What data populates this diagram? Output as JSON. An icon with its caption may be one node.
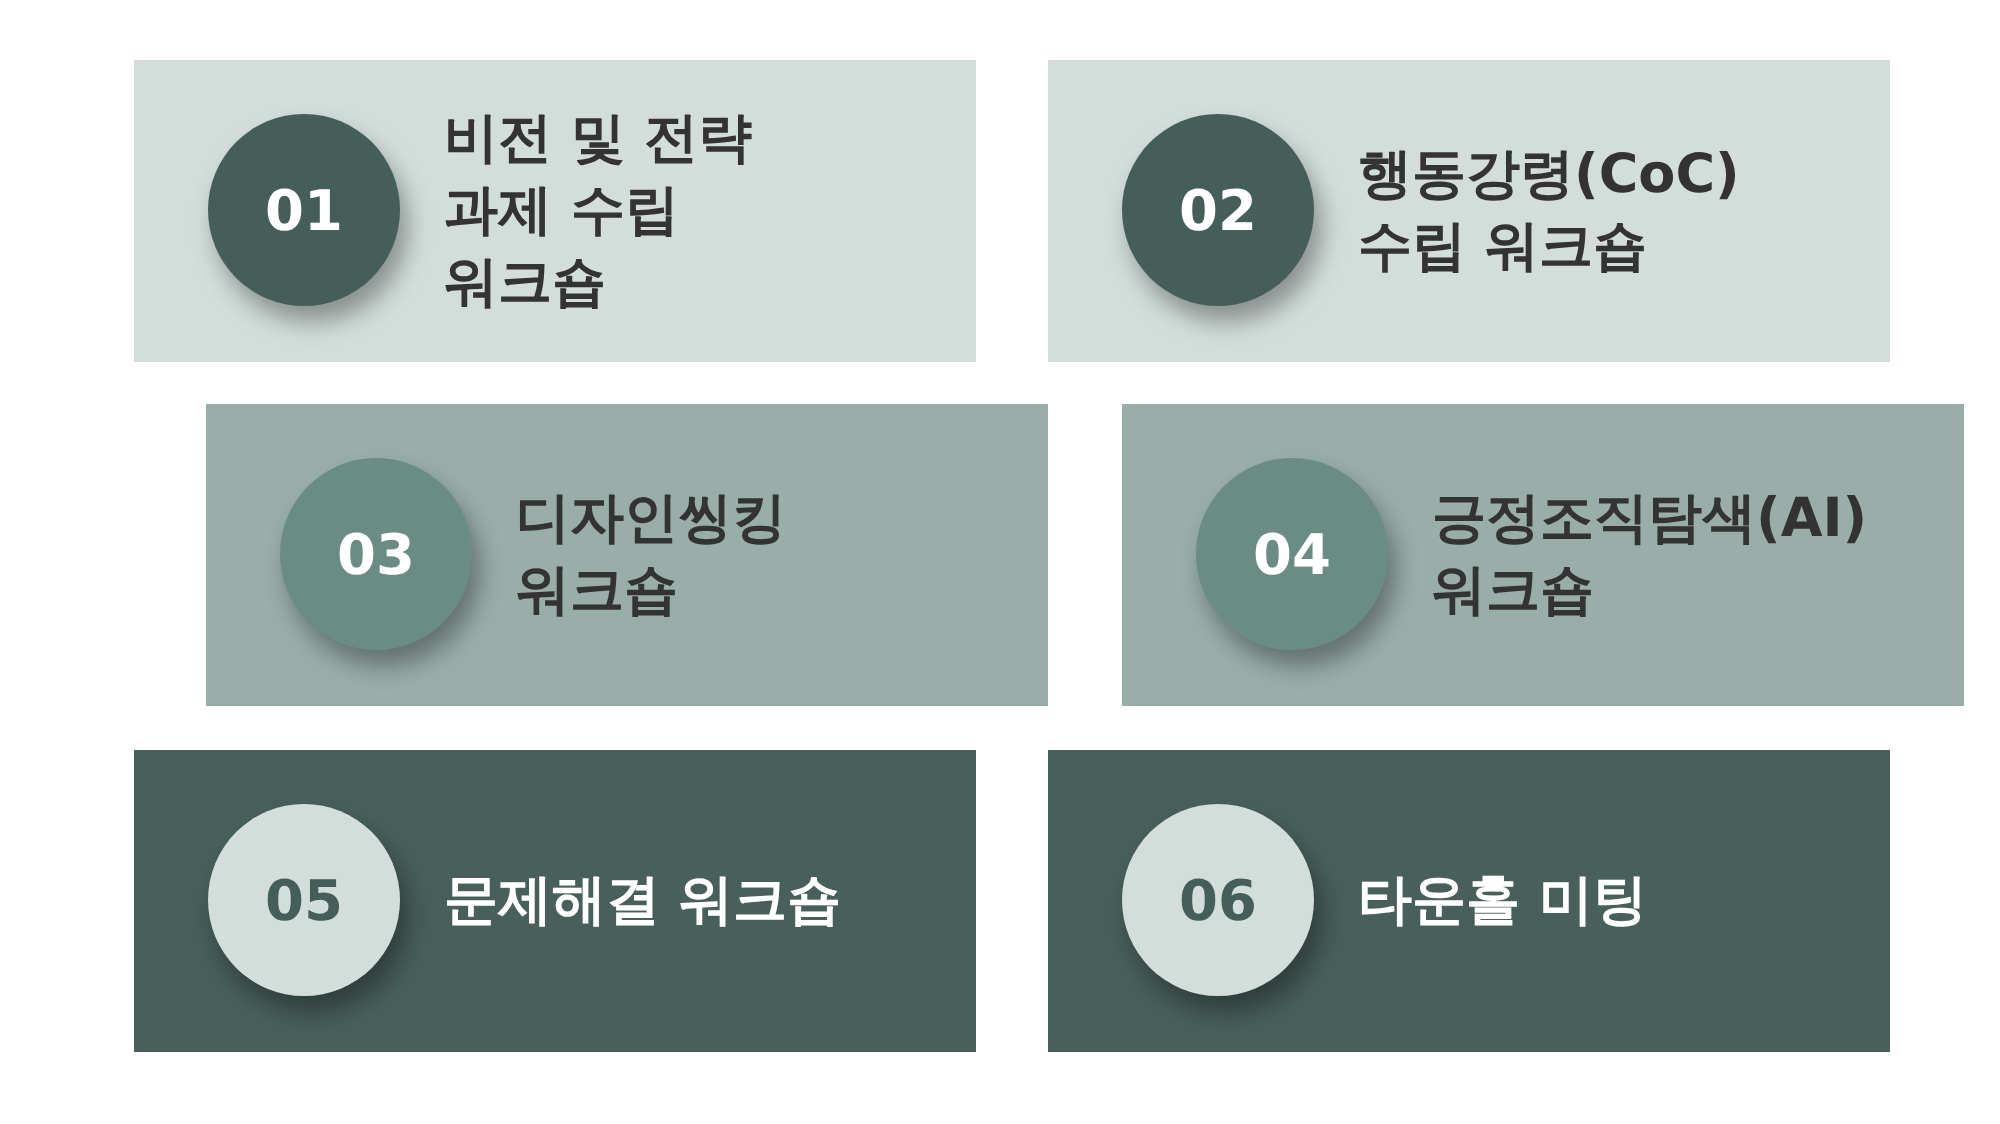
{
  "diagram": {
    "nodes": [
      {
        "text": [
          "비전 및 전략 과제 수립 워크숍"
        ]
      },
      {
        "text": [
          "01"
        ],
        "in": 0
      },
      {
        "text": [
          "행동강령(CoC) 수립 워크숍"
        ]
      },
      {
        "text": [
          "02"
        ],
        "in": 2
      },
      {
        "text": [
          "디자인씽킹 워크숍"
        ]
      },
      {
        "text": [
          "03"
        ],
        "in": 4
      },
      {
        "text": [
          "긍정조직탐색(AI) 워크숍"
        ]
      },
      {
        "text": [
          "04"
        ],
        "in": 6
      },
      {
        "text": [
          "문제해결 워크숍"
        ]
      },
      {
        "text": [
          "05"
        ],
        "in": 8
      },
      {
        "text": [
          "타운홀 미팅"
        ]
      },
      {
        "text": [
          "06"
        ],
        "in": 10
      }
    ]
  }
}
